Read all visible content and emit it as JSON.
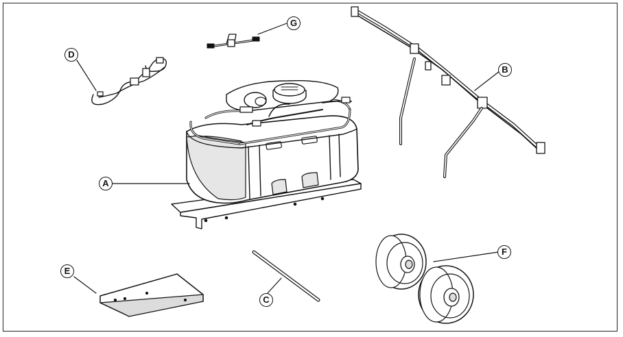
{
  "callouts": {
    "a": "A",
    "b": "B",
    "c": "C",
    "d": "D",
    "e": "E",
    "f": "F",
    "g": "G"
  },
  "colors": {
    "line": "#111111",
    "fill": "#ffffff",
    "shade": "#dcdcdc"
  },
  "parts": [
    "tank-assembly",
    "boom-assembly",
    "rod",
    "wiring-harness",
    "bracket",
    "wheels",
    "connector-cable"
  ]
}
